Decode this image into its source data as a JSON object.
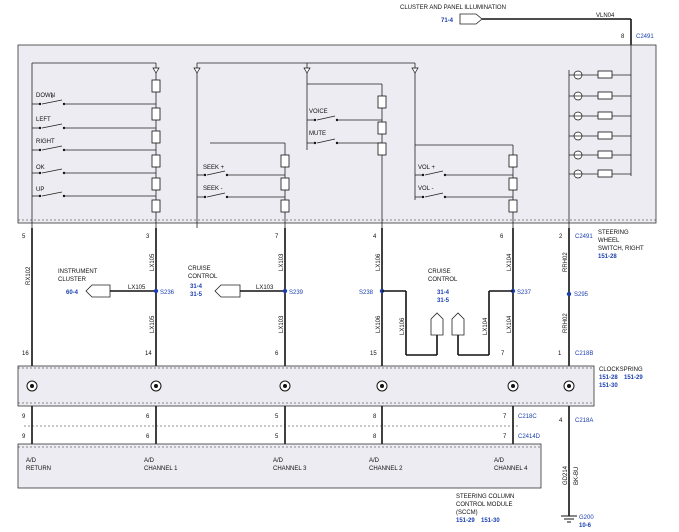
{
  "top": {
    "title": "CLUSTER AND PANEL ILLUMINATION",
    "ref": "71-4",
    "wire": "VLN04",
    "pin": "8",
    "connector": "C2491"
  },
  "switch": {
    "labels": [
      "DOWN",
      "LEFT",
      "RIGHT",
      "OK",
      "UP",
      "SEEK +",
      "SEEK -",
      "VOICE",
      "MUTE",
      "VOL +",
      "VOL -"
    ],
    "title_line1": "STEERING",
    "title_line2": "WHEEL",
    "title_line3": "SWITCH, RIGHT",
    "title_ref": "151-28",
    "pins": [
      "5",
      "3",
      "7",
      "4",
      "6",
      "2"
    ],
    "connector": "C2491"
  },
  "wires": {
    "rx102": "RX102",
    "lx105": "LX105",
    "lx103": "LX103",
    "lx106": "LX106",
    "lx104": "LX104",
    "rrh02": "RRH02",
    "gd214": "GD214",
    "bkbu": "BK-BU"
  },
  "splices": {
    "s236": "S236",
    "s239": "S239",
    "s238": "S238",
    "s237": "S237",
    "s295": "S295"
  },
  "refs": {
    "instrument_cluster_1": "INSTRUMENT",
    "instrument_cluster_2": "CLUSTER",
    "instrument_cluster_ref": "60-4",
    "cruise_1": "CRUISE",
    "cruise_2": "CONTROL",
    "cruise_ref1": "31-4",
    "cruise_ref2": "31-5",
    "cruise_b1": "CRUISE",
    "cruise_b2": "CONTROL",
    "cruise_b_ref1": "31-4",
    "cruise_b_ref2": "31-5"
  },
  "clockspring": {
    "title": "CLOCKSPRING",
    "refs1": "151-28",
    "refs2": "151-29",
    "refs3": "151-30",
    "top_pins": [
      "16",
      "14",
      "6",
      "15",
      "7",
      "1"
    ],
    "top_connector": "C218B",
    "bottom_pins": [
      "9",
      "6",
      "5",
      "8",
      "7",
      "4"
    ],
    "bottom_connector": "C218C",
    "c218a": "C218A"
  },
  "scm": {
    "pins": [
      "9",
      "6",
      "5",
      "8",
      "7"
    ],
    "connector": "C2414D",
    "labels": [
      {
        "l1": "A/D",
        "l2": "RETURN"
      },
      {
        "l1": "A/D",
        "l2": "CHANNEL 1"
      },
      {
        "l1": "A/D",
        "l2": "CHANNEL 3"
      },
      {
        "l1": "A/D",
        "l2": "CHANNEL 2"
      },
      {
        "l1": "A/D",
        "l2": "CHANNEL 4"
      }
    ],
    "title1": "STEERING COLUMN",
    "title2": "CONTROL MODULE",
    "title3": "(SCCM)",
    "ref1": "151-29",
    "ref2": "151-30"
  },
  "ground": {
    "name": "G200",
    "ref": "10-6"
  }
}
